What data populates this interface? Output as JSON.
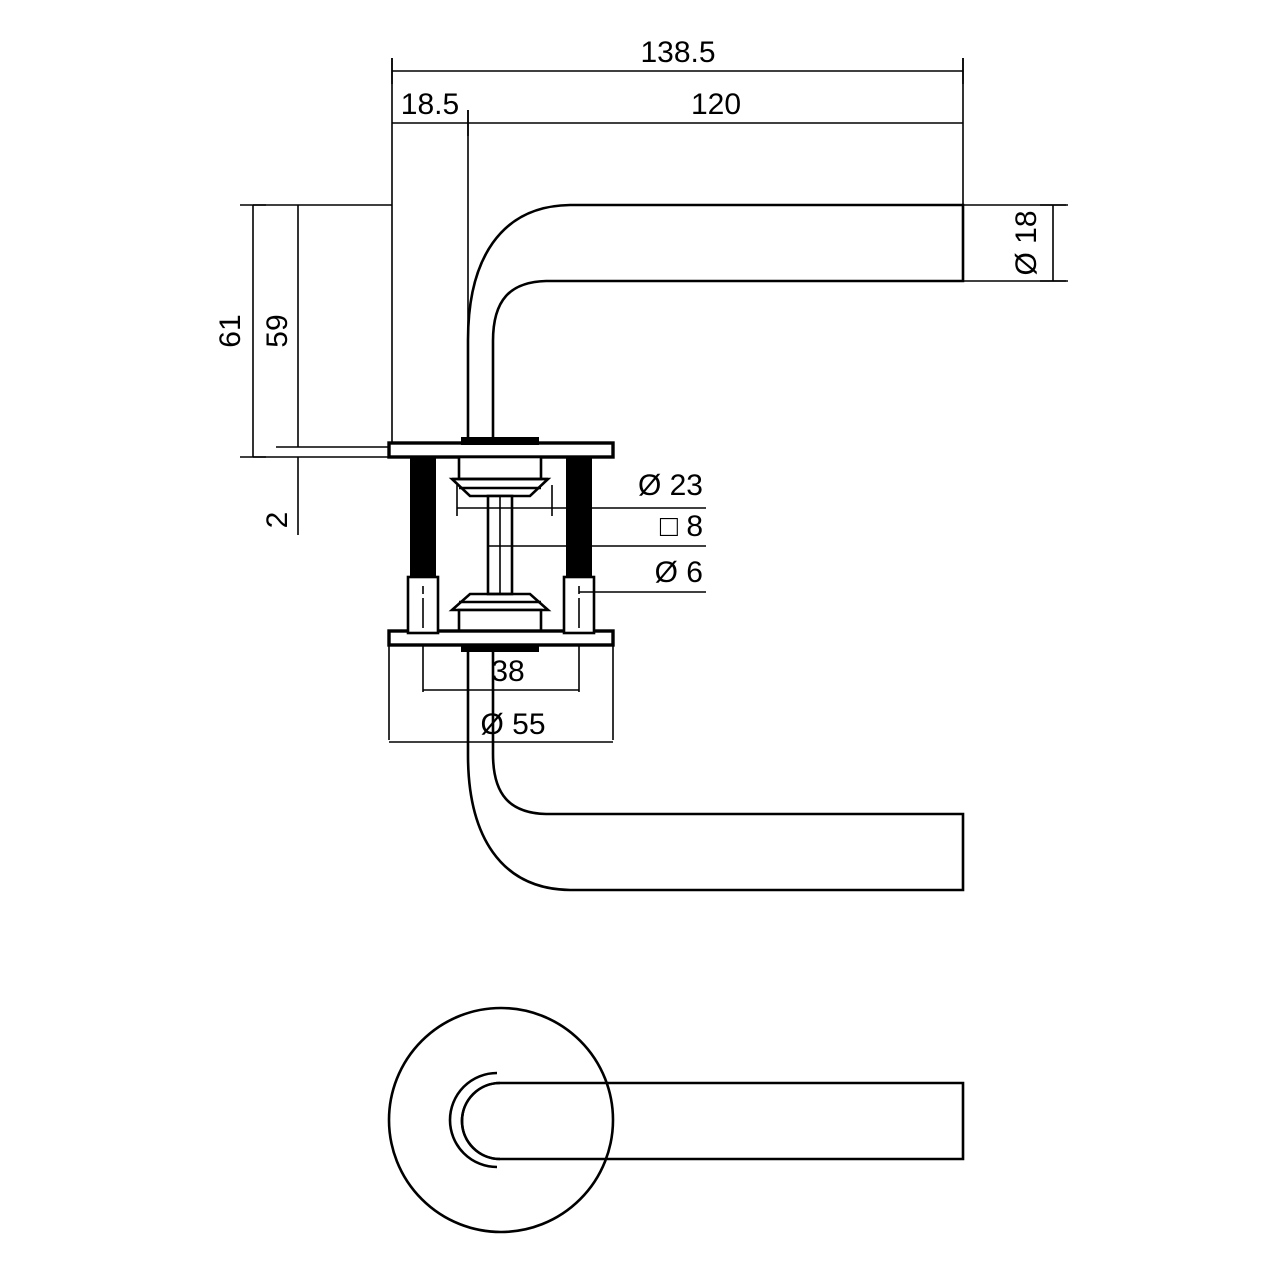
{
  "drawing": {
    "title": "Door lever handle on round rose - technical dimension drawing",
    "units": "mm",
    "line_color": "#000000",
    "background_color": "#ffffff",
    "views": [
      {
        "name": "side-elevation-top",
        "description": "Side elevation of lever handle with rose cross-section"
      },
      {
        "name": "side-elevation-mirror",
        "description": "Mirrored lever handle below the rose"
      },
      {
        "name": "plan-view",
        "description": "Plan view showing round rose and lever"
      }
    ]
  },
  "dimensions": {
    "overall_length": "138.5",
    "rose_offset": "18.5",
    "lever_length": "120",
    "lever_diameter": "Ø 18",
    "overall_height": "61",
    "projection": "59",
    "rose_thickness": "2",
    "rose_boss_diameter": "Ø 23",
    "spindle_square": "□ 8",
    "screw_diameter": "Ø 6",
    "screw_spacing": "38",
    "rose_diameter": "Ø 55"
  },
  "labels": {
    "d138_5": "138.5",
    "d18_5": "18.5",
    "d120": "120",
    "d18": "Ø 18",
    "d61": "61",
    "d59": "59",
    "d2": "2",
    "d23": "Ø 23",
    "sq8": "□ 8",
    "d6": "Ø 6",
    "d38": "38",
    "d55": "Ø 55"
  }
}
